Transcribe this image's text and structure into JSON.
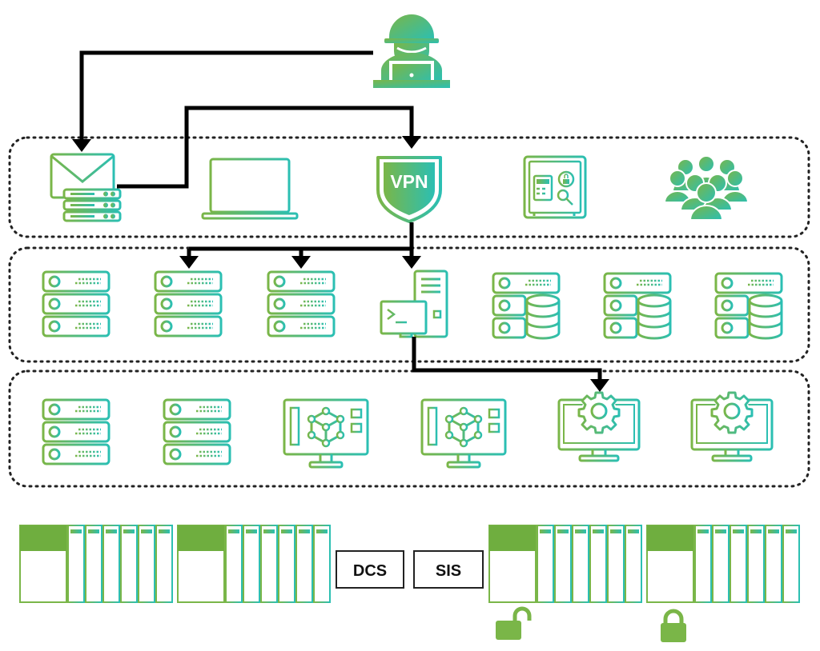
{
  "icons": {
    "attacker": "hacker-icon",
    "mail": "mail-server-icon",
    "laptop": "laptop-icon",
    "vpn": "vpn-shield-icon",
    "safe": "safe-icon",
    "users": "user-group-icon",
    "server": "server-rack-icon",
    "terminal": "terminal-workstation-icon",
    "db_server": "database-server-icon",
    "cad_monitor": "engineering-workstation-icon",
    "gear_monitor": "control-monitor-icon",
    "controller": "controller-rack-icon",
    "lock_open": "unlocked-padlock-icon",
    "lock_closed": "locked-padlock-icon"
  },
  "vpn": {
    "text": "VPN"
  },
  "controllers": {
    "dcs_label": "DCS",
    "sis_label": "SIS"
  },
  "colors": {
    "green": "#7ab648",
    "teal": "#2bbfb3",
    "arrow": "#000000",
    "zone_border": "#222222",
    "controller_header": "#6fae3f"
  }
}
